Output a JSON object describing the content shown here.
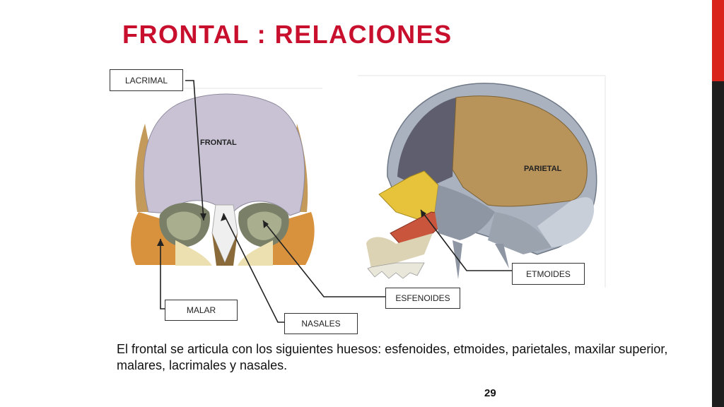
{
  "slide": {
    "title": "FRONTAL : RELACIONES",
    "page_number": "29",
    "body": "El frontal se articula con los siguientes huesos: esfenoides, etmoides, parietales, maxilar superior, malares, lacrimales y nasales."
  },
  "labels": {
    "lacrimal": "LACRIMAL",
    "malar": "MALAR",
    "nasales": "NASALES",
    "esfenoides": "ESFENOIDES",
    "etmoides": "ETMOIDES"
  },
  "bone_names": {
    "frontal": "FRONTAL",
    "parietal": "PARIETAL"
  },
  "colors": {
    "title": "#c8102e",
    "accent_bar_top": "#d9241c",
    "accent_bar_bottom": "#1e1e1e",
    "frontal_bone": "#c8c2d4",
    "parietal_bone": "#b8935a",
    "sphenoid_bone": "#e6c33a",
    "malar_bone": "#d8923e"
  }
}
